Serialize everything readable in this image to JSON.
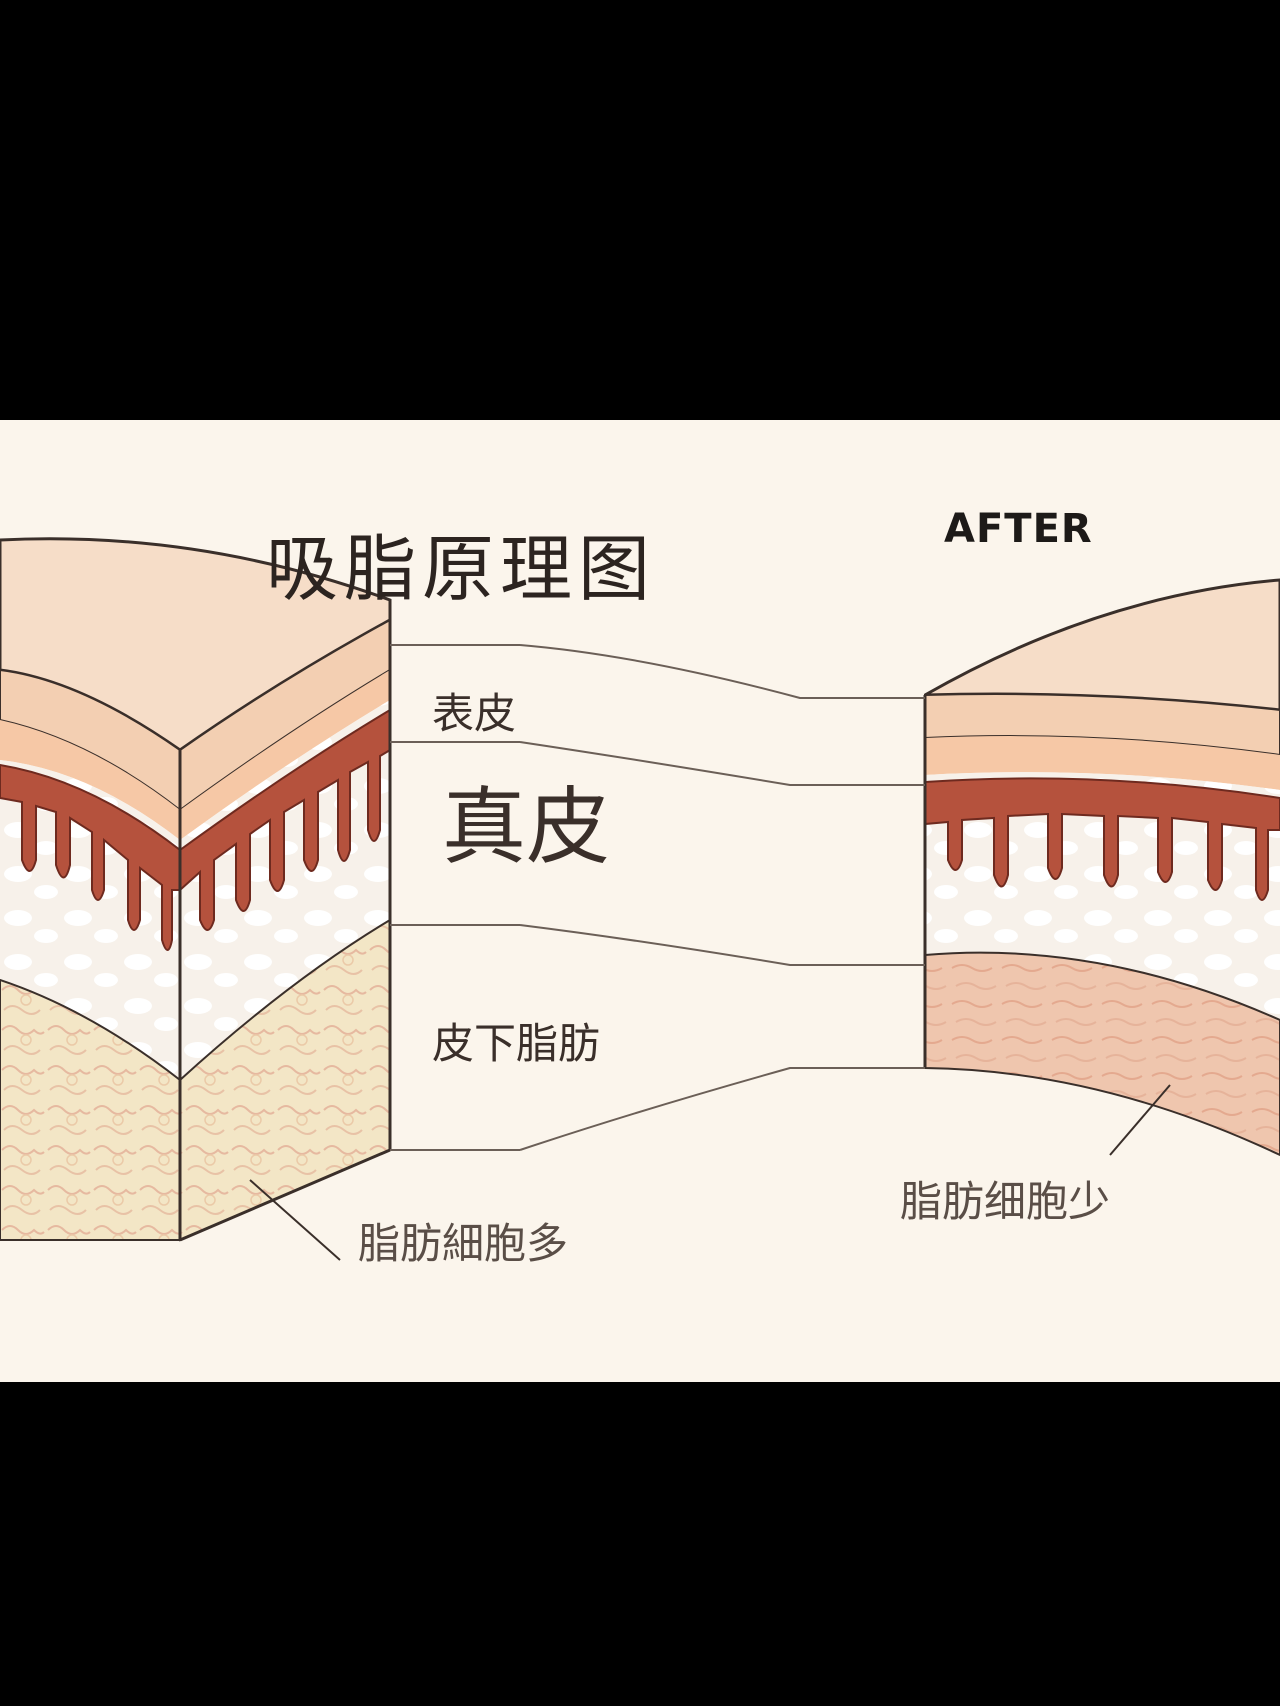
{
  "title": "吸脂原理图",
  "after_label": "AFTER",
  "labels": {
    "epidermis": "表皮",
    "dermis": "真皮",
    "subcutaneous_fat": "皮下脂肪",
    "fat_cells_before": "脂肪細胞多",
    "fat_cells_after": "脂肪细胞少"
  },
  "colors": {
    "background": "#000000",
    "panel": "#fbf5ec",
    "skin_top": "#f6ddc8",
    "epidermis": "#f0c9a8",
    "dermis_red": "#b5523d",
    "connective": "#f7f1ea",
    "fat_before": "#f3e6c6",
    "fat_after": "#ecbfa6",
    "outline": "#3a2f2a"
  },
  "icons": [
    "block-before-illustration",
    "block-after-illustration",
    "leader-line"
  ]
}
